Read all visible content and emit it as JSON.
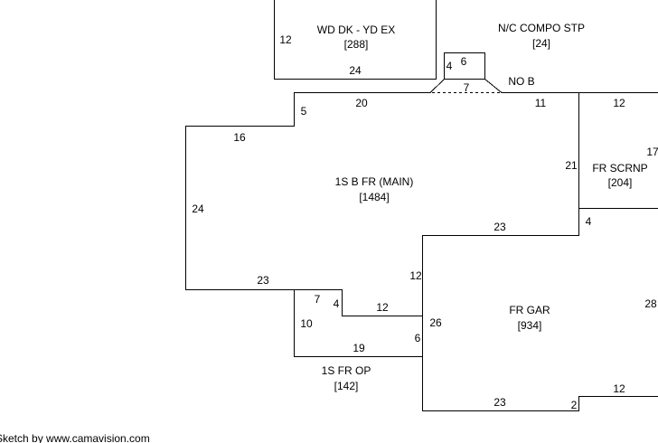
{
  "areas": {
    "wood_deck": {
      "label": "WD DK - YD EX",
      "area": "[288]"
    },
    "compo_step": {
      "label": "N/C COMPO STP",
      "area": "[24]"
    },
    "no_b": {
      "label": "NO B"
    },
    "main": {
      "label": "1S B FR (MAIN)",
      "area": "[1484]"
    },
    "screen_porch": {
      "label": "FR SCRNP",
      "area": "[204]"
    },
    "garage": {
      "label": "FR GAR",
      "area": "[934]"
    },
    "open_porch": {
      "label": "1S FR OP",
      "area": "[142]"
    }
  },
  "dimensions": {
    "deck_left": "12",
    "deck_bottom": "24",
    "step_left": "4",
    "step_top": "6",
    "step_bottom": "7",
    "main_top_left": "20",
    "main_top_right": "11",
    "main_step_5": "5",
    "main_top_16": "16",
    "main_left": "24",
    "main_bottom_23": "23",
    "main_right": "21",
    "scrn_top": "12",
    "scrn_right": "17",
    "scrn_bottom": "4",
    "gar_top": "23",
    "gar_left_12": "12",
    "gar_left_26": "26",
    "gar_right": "28",
    "gar_bottom": "23",
    "gar_jog_2": "2",
    "gar_bottom_right": "12",
    "op_top_7": "7",
    "op_step_4": "4",
    "op_top_12": "12",
    "op_left": "10",
    "op_bottom": "19",
    "op_right": "6"
  },
  "footer": {
    "credit": "Sketch by www.camavision.com"
  }
}
